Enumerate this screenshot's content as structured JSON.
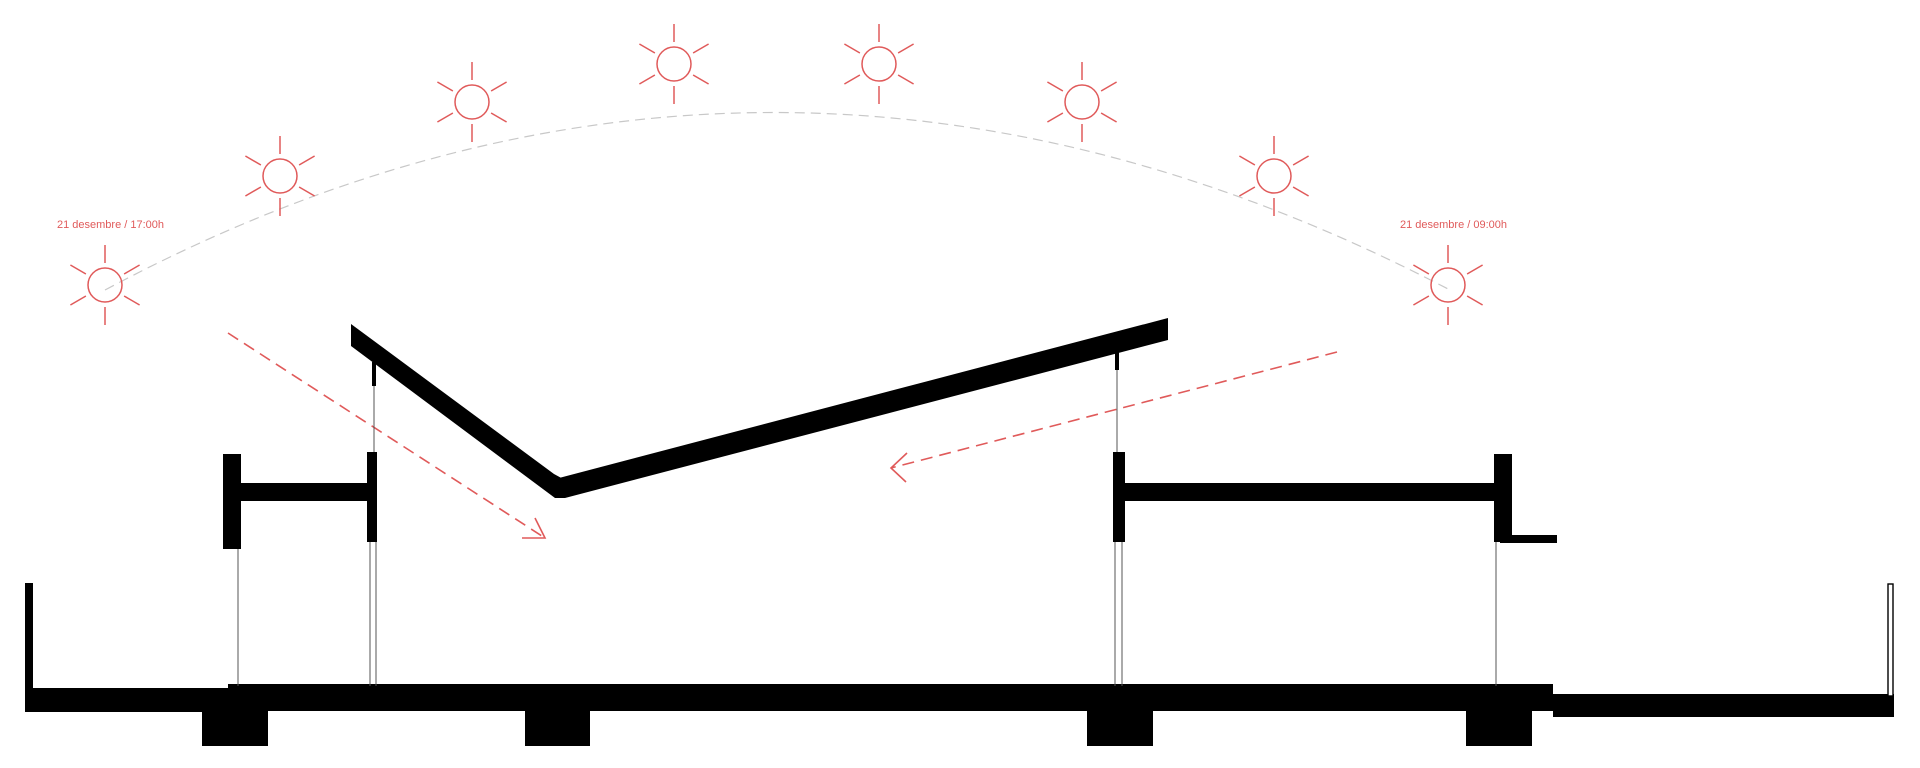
{
  "labels": {
    "sun_left": "21 desembre / 17:00h",
    "sun_right": "21 desembre / 09:00h"
  },
  "colors": {
    "sun": "#e05a5a",
    "structure": "#000000",
    "sun_path": "#c8c8c8",
    "support_line": "#555555"
  },
  "icons": {
    "sun": "sun-icon",
    "ray": "sun-ray-arrow"
  }
}
